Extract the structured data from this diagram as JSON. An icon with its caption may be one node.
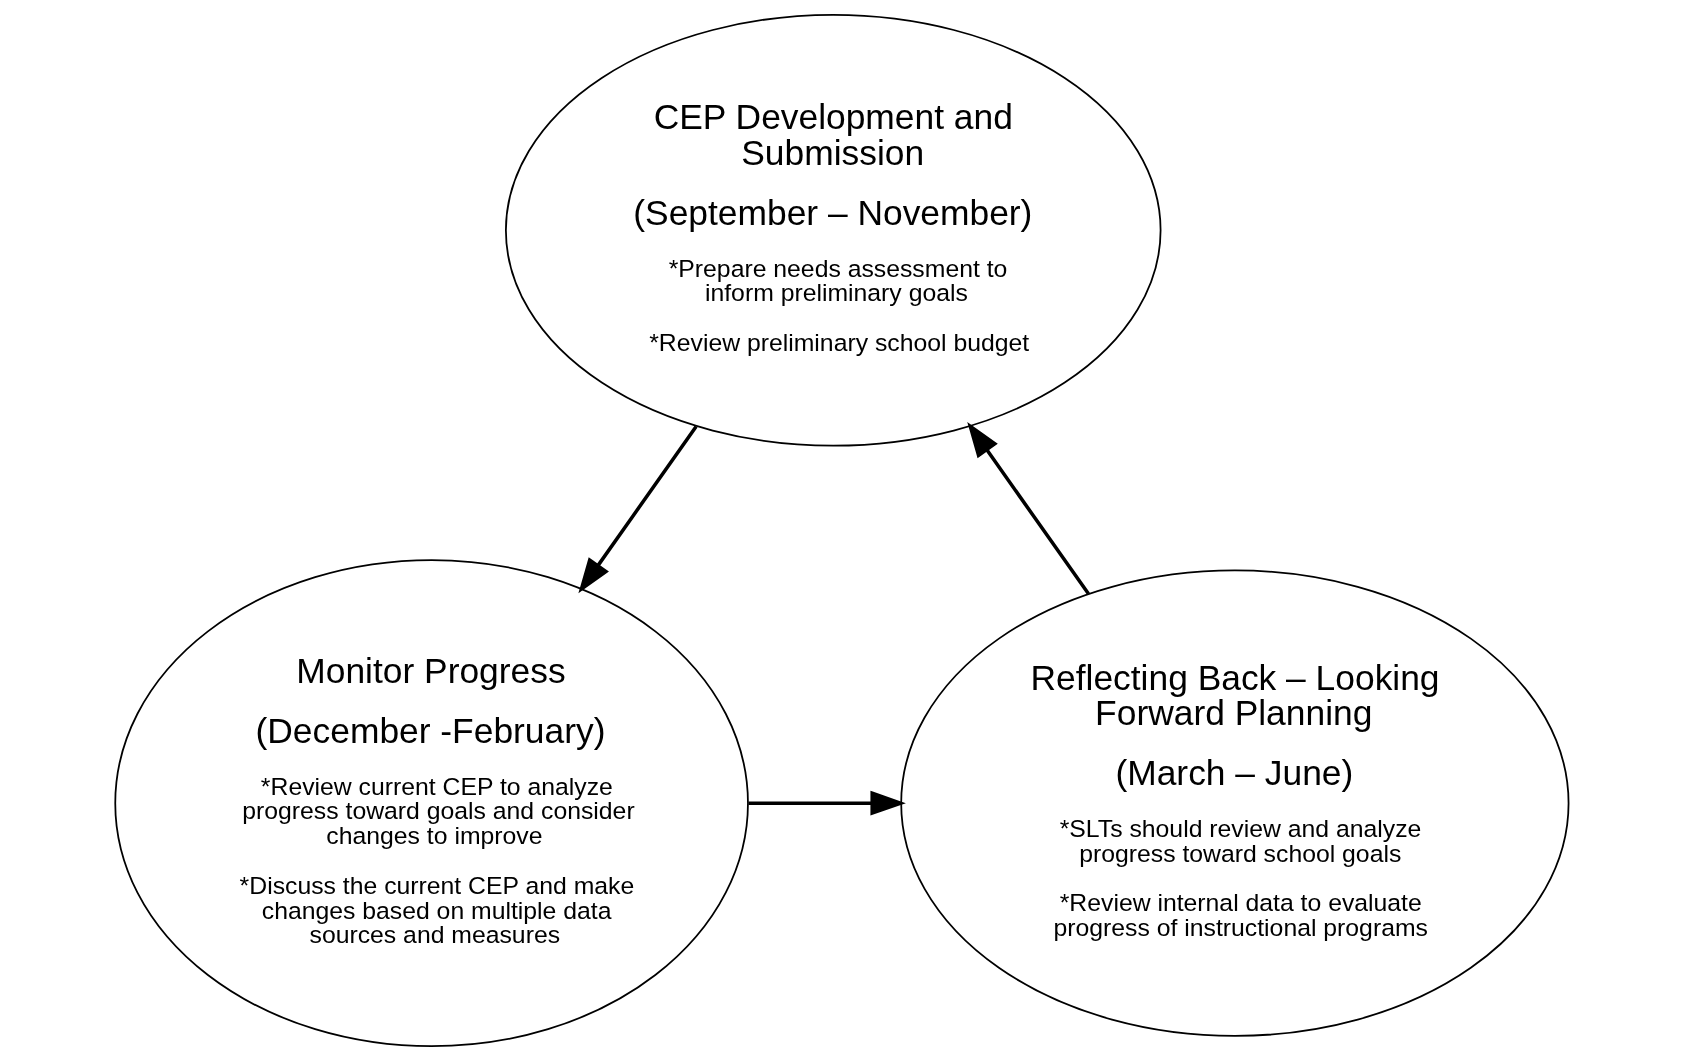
{
  "diagram": {
    "nodes": [
      {
        "text": [
          "CEP Development and Submission",
          "(September – November)",
          "*Prepare needs assessment to inform preliminary goals",
          "*Review preliminary school budget"
        ]
      },
      {
        "text": [
          "Monitor Progress",
          "(December -February)",
          "*Review current CEP to analyze progress toward goals and consider changes to improve",
          "*Discuss the current CEP and make changes based on multiple data sources and measures"
        ]
      },
      {
        "text": [
          "Reflecting Back – Looking Forward Planning",
          "(March – June)",
          "*SLTs should review and analyze progress toward school goals",
          "*Review internal data to evaluate progress of instructional programs"
        ]
      }
    ],
    "edges": [
      {
        "from": 0,
        "to": 1,
        "arrow": "to"
      },
      {
        "from": 1,
        "to": 2,
        "arrow": "to"
      },
      {
        "from": 2,
        "to": 0,
        "arrow": "to"
      }
    ]
  }
}
